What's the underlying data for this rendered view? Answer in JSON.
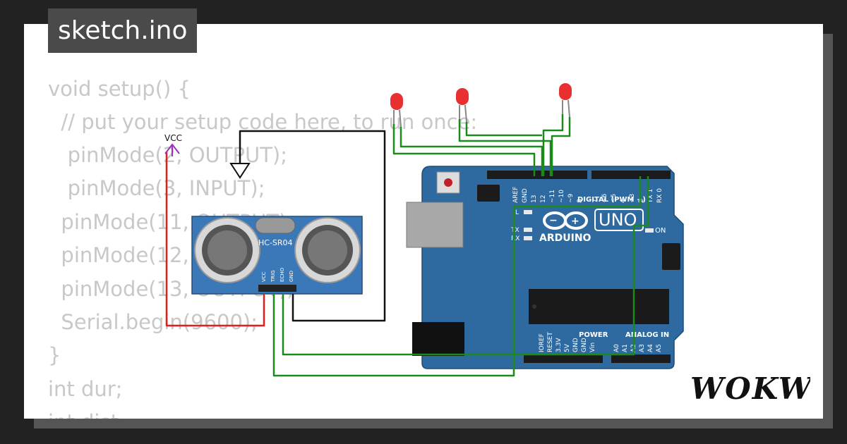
{
  "header": {
    "file_tab": "sketch.ino"
  },
  "code_lines": [
    "void setup() {",
    "  // put your setup code here, to run once:",
    "   pinMode(2, OUTPUT);",
    "   pinMode(3, INPUT);",
    "  pinMode(11, OUTPUT);",
    "  pinMode(12, OUTPUT);",
    "  pinMode(13, OUTPUT);",
    "  Serial.begin(9600);",
    "}",
    "int dur;",
    "int dist;"
  ],
  "components": {
    "vcc_label": "VCC",
    "sensor": {
      "name": "HC-SR04",
      "pins": [
        "VCC",
        "TRIG",
        "ECHO",
        "GND"
      ]
    },
    "arduino": {
      "brand": "ARDUINO",
      "model": "UNO",
      "digital_label": "DIGITAL (PWM ~)",
      "power_label": "POWER",
      "analog_label": "ANALOG IN",
      "on_label": "ON",
      "led_labels": [
        "L",
        "TX",
        "RX"
      ],
      "header_top_left": [
        "AREF",
        "GND",
        "13",
        "12",
        "~11",
        "~10",
        "~9",
        "8"
      ],
      "header_top_right": [
        "7",
        "~6",
        "~5",
        "4",
        "~3",
        "2",
        "TX 1",
        "RX 0"
      ],
      "header_bottom_power": [
        "IOREF",
        "RESET",
        "3.3V",
        "5V",
        "GND",
        "GND",
        "Vin"
      ],
      "header_bottom_analog": [
        "A0",
        "A1",
        "A2",
        "A3",
        "A4",
        "A5"
      ]
    }
  },
  "brand": {
    "logo": "WOKWi"
  },
  "colors": {
    "background": "#222222",
    "board": "#2e6aa0",
    "wire_green": "#1a8a1a",
    "wire_red": "#e02020",
    "wire_black": "#111111",
    "led": "#e83030",
    "vcc_arrow": "#9b30c0"
  }
}
